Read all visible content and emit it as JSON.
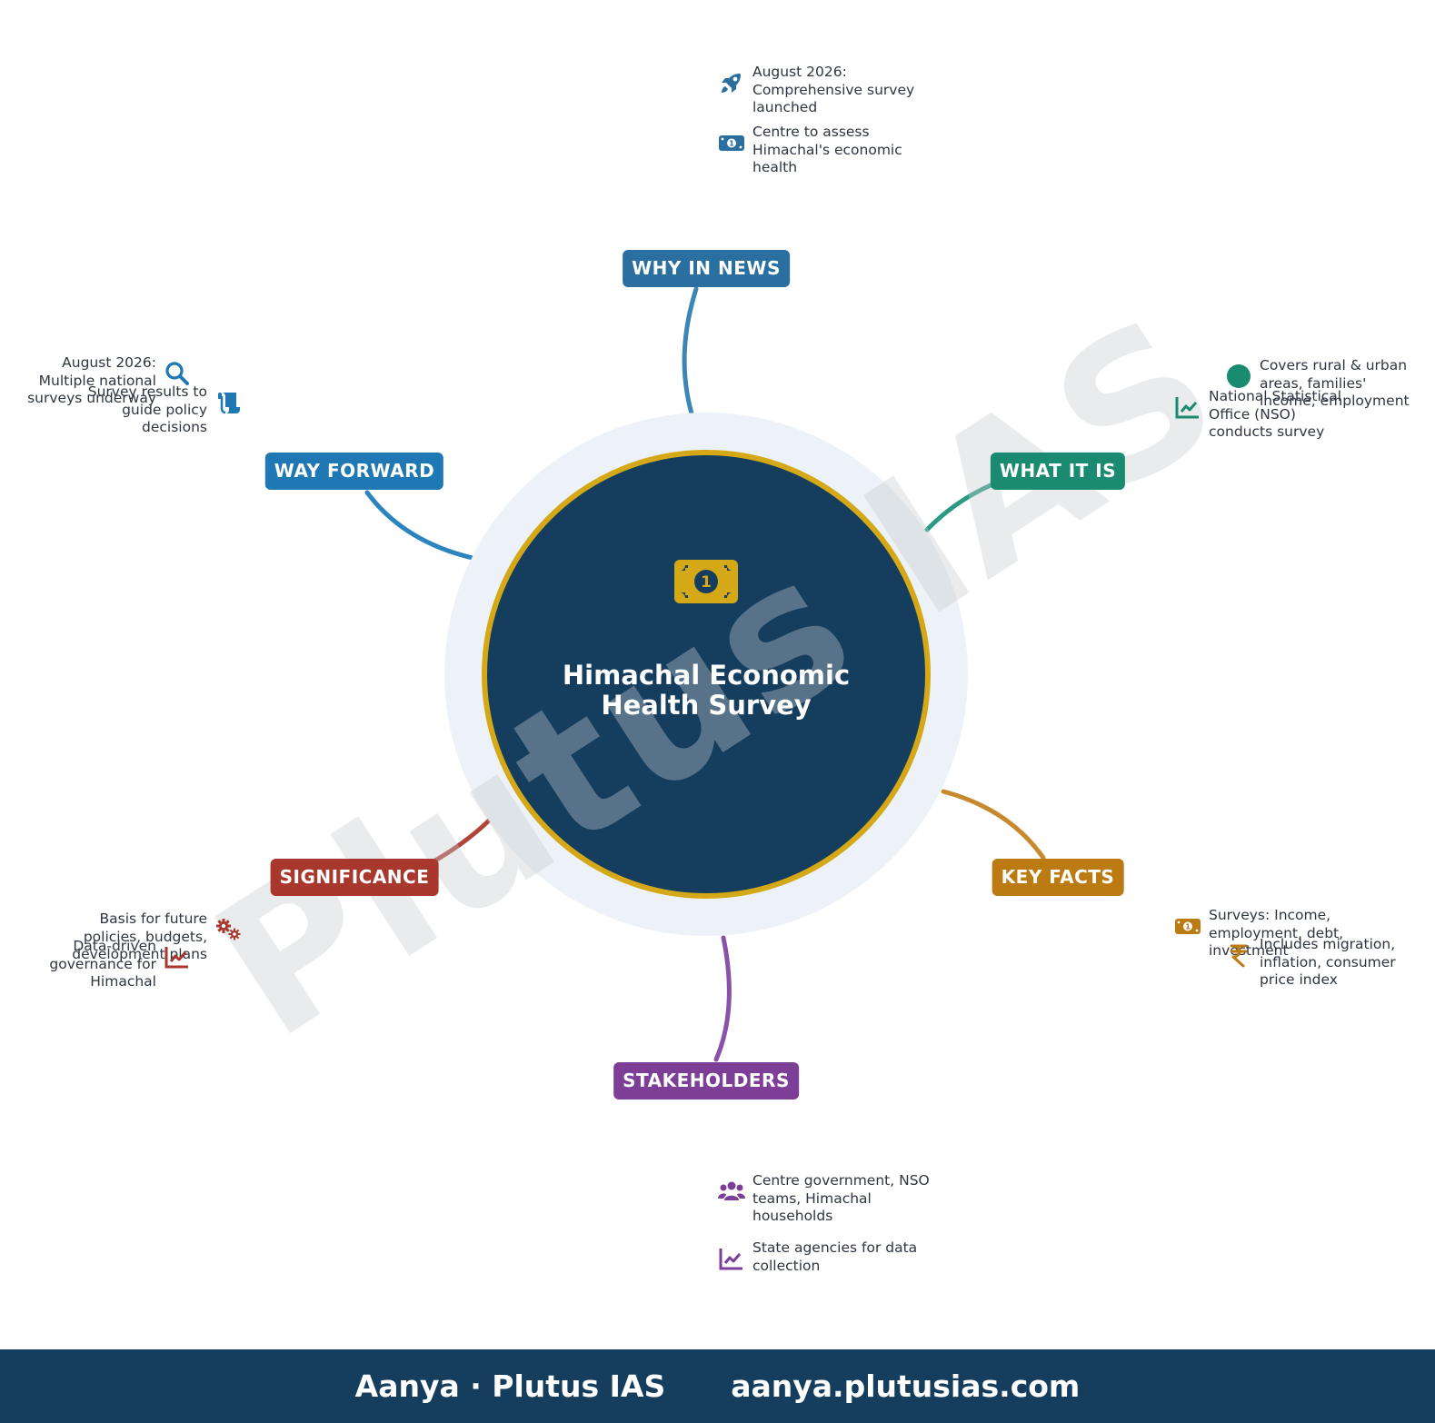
{
  "center": {
    "title": "Himachal Economic Health Survey",
    "icon": "money-bill-icon",
    "fill_color": "#143d5e",
    "ring_color": "#d4a816",
    "halo_color": "#edf2f8"
  },
  "watermark": "Plutus IAS",
  "branches": [
    {
      "id": "why-in-news",
      "label": "WHY IN NEWS",
      "color": "#2a6fa0",
      "items": [
        {
          "icon": "rocket-icon",
          "text": "August 2026: Comprehensive survey launched"
        },
        {
          "icon": "money-bill-icon",
          "text": "Centre to assess Himachal's economic health"
        }
      ]
    },
    {
      "id": "what-it-is",
      "label": "WHAT IT IS",
      "color": "#1a8a70",
      "items": [
        {
          "icon": "chart-line-icon",
          "text": "National Statistical Office (NSO) conducts survey"
        },
        {
          "icon": "circle-icon",
          "text": "Covers rural & urban areas, families' income, employment"
        }
      ]
    },
    {
      "id": "key-facts",
      "label": "KEY FACTS",
      "color": "#bb7a12",
      "items": [
        {
          "icon": "money-bill-icon",
          "text": "Surveys: Income, employment, debt, investment"
        },
        {
          "icon": "rupee-icon",
          "text": "Includes migration, inflation, consumer price index"
        }
      ]
    },
    {
      "id": "stakeholders",
      "label": "STAKEHOLDERS",
      "color": "#7d3e98",
      "items": [
        {
          "icon": "users-icon",
          "text": "Centre government, NSO teams, Himachal households"
        },
        {
          "icon": "chart-line-icon",
          "text": "State agencies for data collection"
        }
      ]
    },
    {
      "id": "significance",
      "label": "SIGNIFICANCE",
      "color": "#a8372e",
      "items": [
        {
          "icon": "cogs-icon",
          "text": "Basis for future policies, budgets, development plans"
        },
        {
          "icon": "chart-line-icon",
          "text": "Data-driven governance for Himachal"
        }
      ]
    },
    {
      "id": "way-forward",
      "label": "WAY FORWARD",
      "color": "#1f78b4",
      "items": [
        {
          "icon": "scroll-icon",
          "text": "Survey results to guide policy decisions"
        },
        {
          "icon": "search-icon",
          "text": "August 2026: Multiple national surveys underway"
        }
      ]
    }
  ],
  "footer": {
    "brand": "Aanya · Plutus IAS",
    "url": "aanya.plutusias.com"
  }
}
